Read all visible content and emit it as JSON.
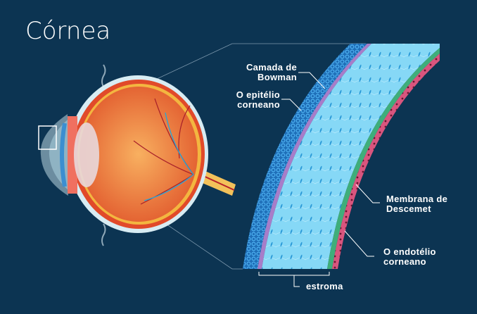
{
  "title": "Córnea",
  "labels": {
    "bowman": [
      "Camada de",
      "Bowman"
    ],
    "epithelium": [
      "O epitélio",
      "corneano"
    ],
    "descemet": [
      "Membrana de",
      "Descemet"
    ],
    "endothelium": [
      "O endotélio",
      "corneano"
    ],
    "stroma": "estroma"
  },
  "colors": {
    "background": "#0c3452",
    "epithelium": "#2e8fd6",
    "bowman": "#a77dc9",
    "stroma": "#7fd6f5",
    "descemet": "#3fae7a",
    "endothelium": "#d9557e"
  }
}
